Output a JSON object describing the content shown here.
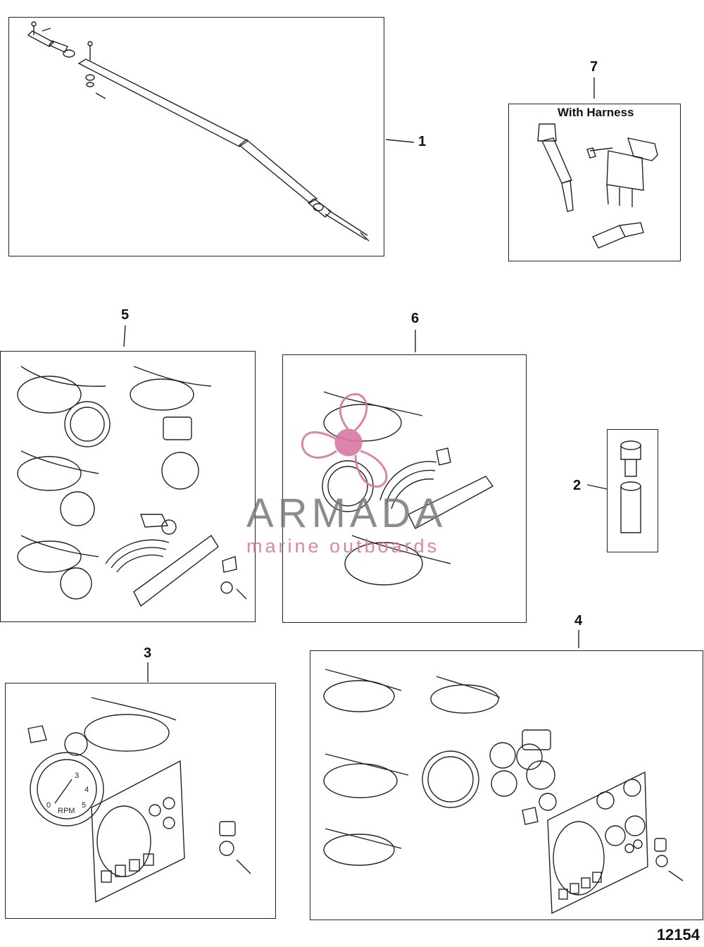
{
  "callouts": {
    "c1": "1",
    "c2": "2",
    "c3": "3",
    "c4": "4",
    "c5": "5",
    "c6": "6",
    "c7": "7"
  },
  "panel7": {
    "title": "With Harness"
  },
  "watermark": {
    "brand": "ARMADA",
    "tagline": "marine outboards",
    "color": "#d678a0"
  },
  "drawing_number": "12154",
  "gauge_labels": {
    "tach_text": "RPM",
    "tach_scale_a": "3",
    "tach_scale_b": "4",
    "tach_scale_c": "5",
    "tach_scale_d": "0"
  }
}
